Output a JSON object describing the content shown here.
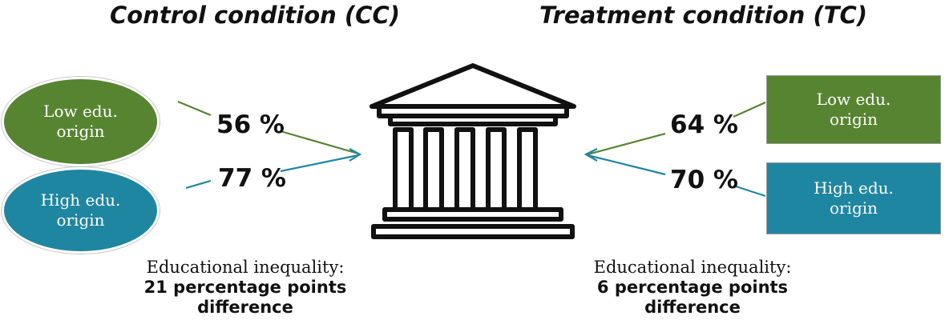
{
  "control": {
    "title": "Control condition (CC)",
    "low": {
      "label_line1": "Low edu.",
      "label_line2": "origin",
      "percent": "56 %"
    },
    "high": {
      "label_line1": "High edu.",
      "label_line2": "origin",
      "percent": "77 %"
    },
    "inequality_label": "Educational inequality:",
    "inequality_value_line1": "21 percentage points",
    "inequality_value_line2": "difference"
  },
  "treatment": {
    "title": "Treatment condition (TC)",
    "low": {
      "label_line1": "Low edu.",
      "label_line2": "origin",
      "percent": "64 %"
    },
    "high": {
      "label_line1": "High edu.",
      "label_line2": "origin",
      "percent": "70 %"
    },
    "inequality_label": "Educational inequality:",
    "inequality_value_line1": "6 percentage points",
    "inequality_value_line2": "difference"
  },
  "center_icon": "university-building-icon",
  "colors": {
    "low_origin": "#578431",
    "high_origin": "#1f86a2",
    "text": "#111111"
  }
}
